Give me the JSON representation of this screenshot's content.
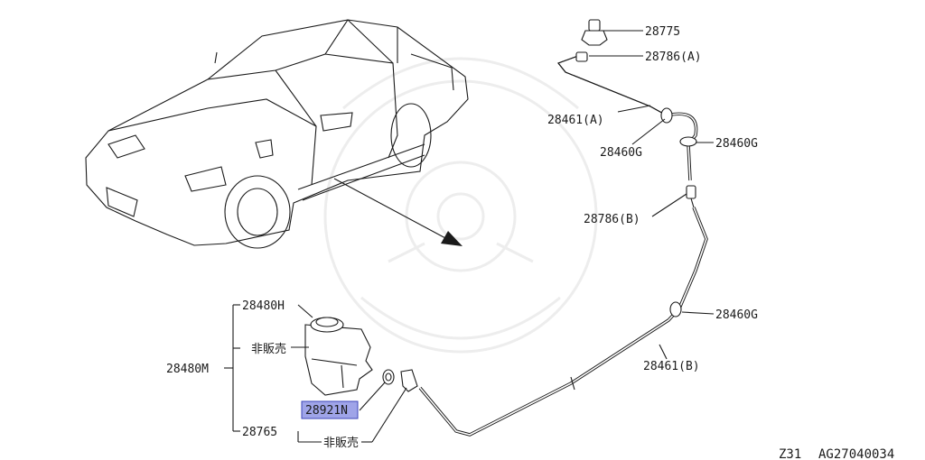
{
  "diagram": {
    "parts": {
      "p28775": "28775",
      "p28786a": "28786(A)",
      "p28461a": "28461(A)",
      "p28460g_1": "28460G",
      "p28460g_2": "28460G",
      "p28786b": "28786(B)",
      "p28460g_3": "28460G",
      "p28461b": "28461(B)",
      "p28480h": "28480H",
      "p28480m": "28480M",
      "p28921n": "28921N",
      "p28765": "28765"
    },
    "not_for_sale_1": "非販売",
    "not_for_sale_2": "非販売",
    "footer": {
      "model": "Z31",
      "code": "AG27040034"
    }
  },
  "colors": {
    "highlight": "#9fa4e8",
    "lines": "#1a1a1a"
  }
}
